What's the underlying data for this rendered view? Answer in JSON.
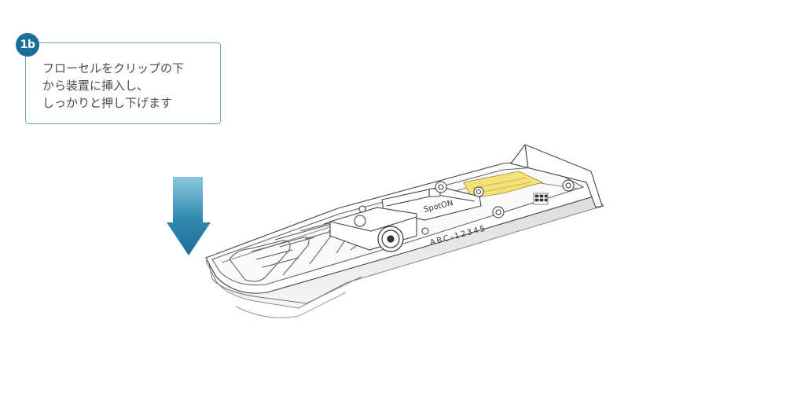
{
  "step": {
    "badge": "1b",
    "badge_color": "#1a6f9a",
    "instruction_lines": [
      "フローセルをクリップの下",
      "から装置に挿入し、",
      "しっかりと押し下げます"
    ]
  },
  "illustration": {
    "arrow_icon": "down-arrow-icon",
    "arrow_color": "#2b82a8",
    "highlight_color": "#f2e277",
    "flow_cell_serial": "ABC-12345",
    "device_logo_text": "SpotON"
  }
}
